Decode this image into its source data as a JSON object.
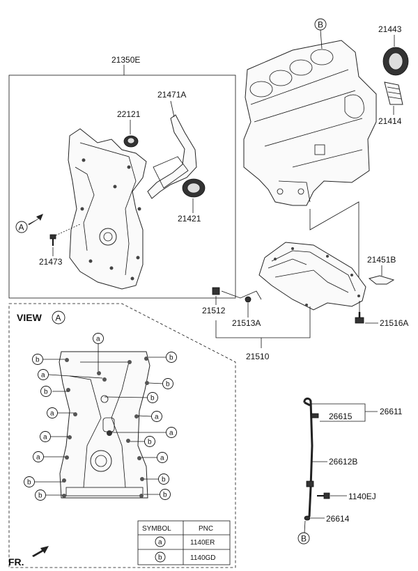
{
  "labels": {
    "p21350E": "21350E",
    "p21471A": "21471A",
    "p22121": "22121",
    "p21421": "21421",
    "p21473": "21473",
    "p21443": "21443",
    "p21414": "21414",
    "p21451B": "21451B",
    "p21512": "21512",
    "p21513A": "21513A",
    "p21516A": "21516A",
    "p21510": "21510",
    "p26611": "26611",
    "p26615": "26615",
    "p26612B": "26612B",
    "p1140EJ": "1140EJ",
    "p26614": "26614"
  },
  "markers": {
    "view_a_arrow": "A",
    "b_top": "B",
    "b_bottom": "B"
  },
  "view": {
    "title": "VIEW",
    "letter": "A"
  },
  "callouts": {
    "a": "a",
    "b": "b"
  },
  "legend": {
    "header_symbol": "SYMBOL",
    "header_pnc": "PNC",
    "rows": [
      {
        "symbol": "a",
        "pnc": "1140ER"
      },
      {
        "symbol": "b",
        "pnc": "1140GD"
      }
    ]
  },
  "footer": {
    "direction": "FR."
  }
}
